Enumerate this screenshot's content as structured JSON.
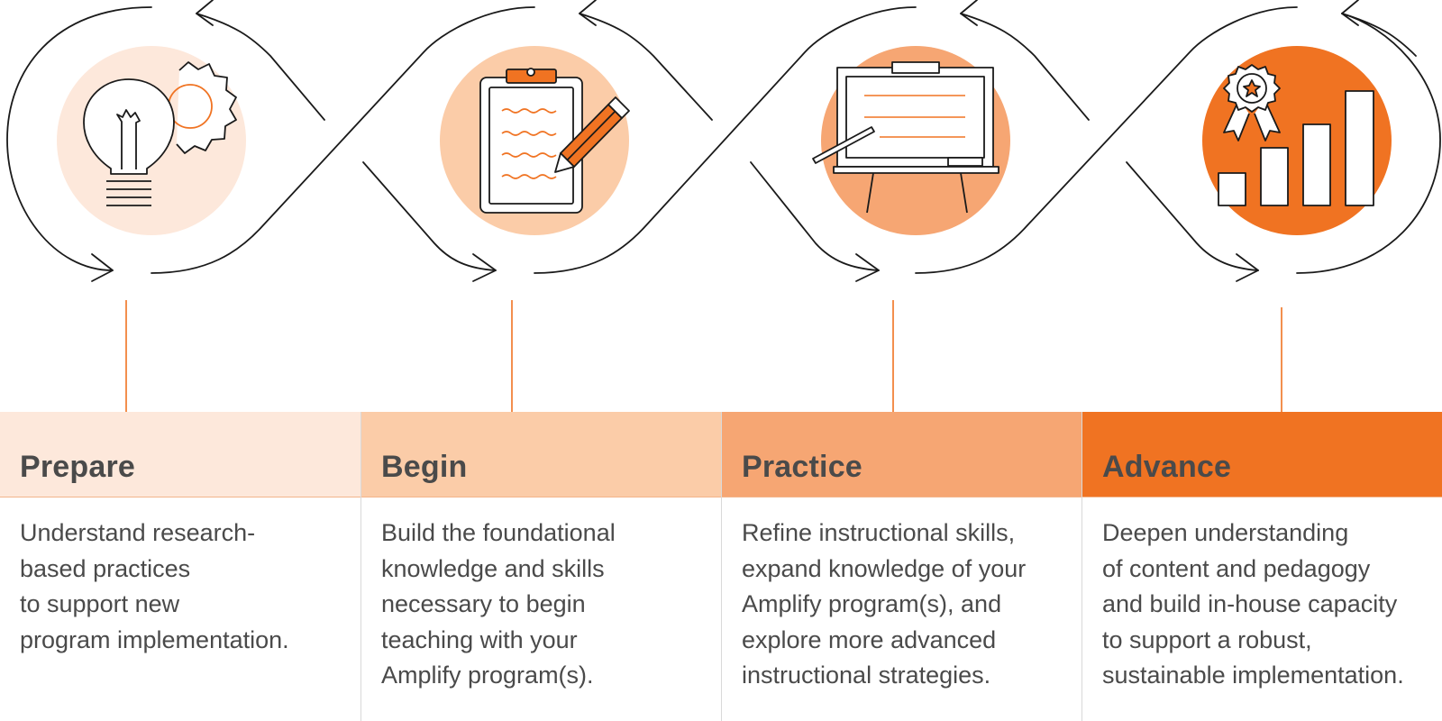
{
  "colors": {
    "line": "#1a1a1a",
    "accent": "#f07322",
    "tint_1": "#fde8db",
    "tint_2": "#fbcca8",
    "tint_3": "#f6a673",
    "tint_4": "#f07322"
  },
  "stages": [
    {
      "title": "Prepare",
      "icon": "lightbulb-gear-icon",
      "description": "Understand research-\nbased practices\nto support new\nprogram implementation."
    },
    {
      "title": "Begin",
      "icon": "clipboard-pencil-icon",
      "description": "Build the foundational\nknowledge and skills\nnecessary to begin\nteaching with your\nAmplify program(s)."
    },
    {
      "title": "Practice",
      "icon": "whiteboard-easel-icon",
      "description": "Refine instructional skills,\nexpand knowledge of your\nAmplify program(s), and\nexplore more advanced\ninstructional strategies."
    },
    {
      "title": "Advance",
      "icon": "award-bar-chart-icon",
      "description": "Deepen understanding\nof content and pedagogy\nand build in-house capacity\nto support a robust,\nsustainable implementation."
    }
  ]
}
